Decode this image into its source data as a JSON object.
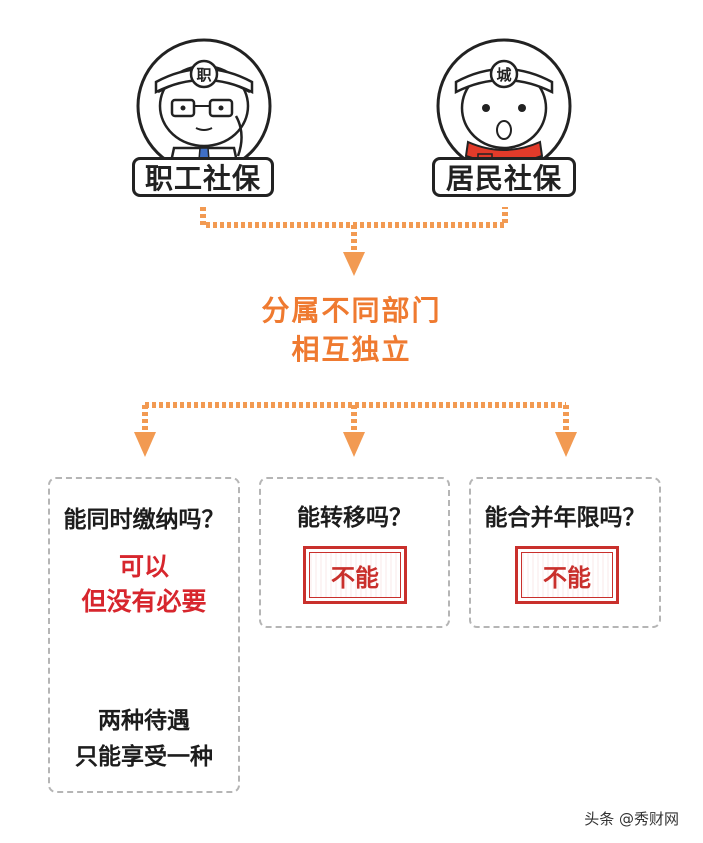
{
  "top_nodes": [
    {
      "label": "职工社保",
      "badge": "职"
    },
    {
      "label": "居民社保",
      "badge": "城"
    }
  ],
  "middle": {
    "line1": "分属不同部门",
    "line2": "相互独立"
  },
  "questions": [
    {
      "question": "能同时缴纳吗？",
      "answer_line1": "可以",
      "answer_line2": "但没有必要",
      "result_line1": "两种待遇",
      "result_line2": "只能享受一种"
    },
    {
      "question": "能转移吗？",
      "stamp": "不能"
    },
    {
      "question": "能合并年限吗？",
      "stamp": "不能"
    }
  ],
  "watermark": "头条 @秀财网",
  "colors": {
    "connector": "#f29a52",
    "answer_red": "#d7262d",
    "stamp_red": "#c9302c",
    "middle_text": "#ef7a30"
  },
  "icons": [
    "worker-avatar-icon",
    "resident-avatar-icon"
  ]
}
